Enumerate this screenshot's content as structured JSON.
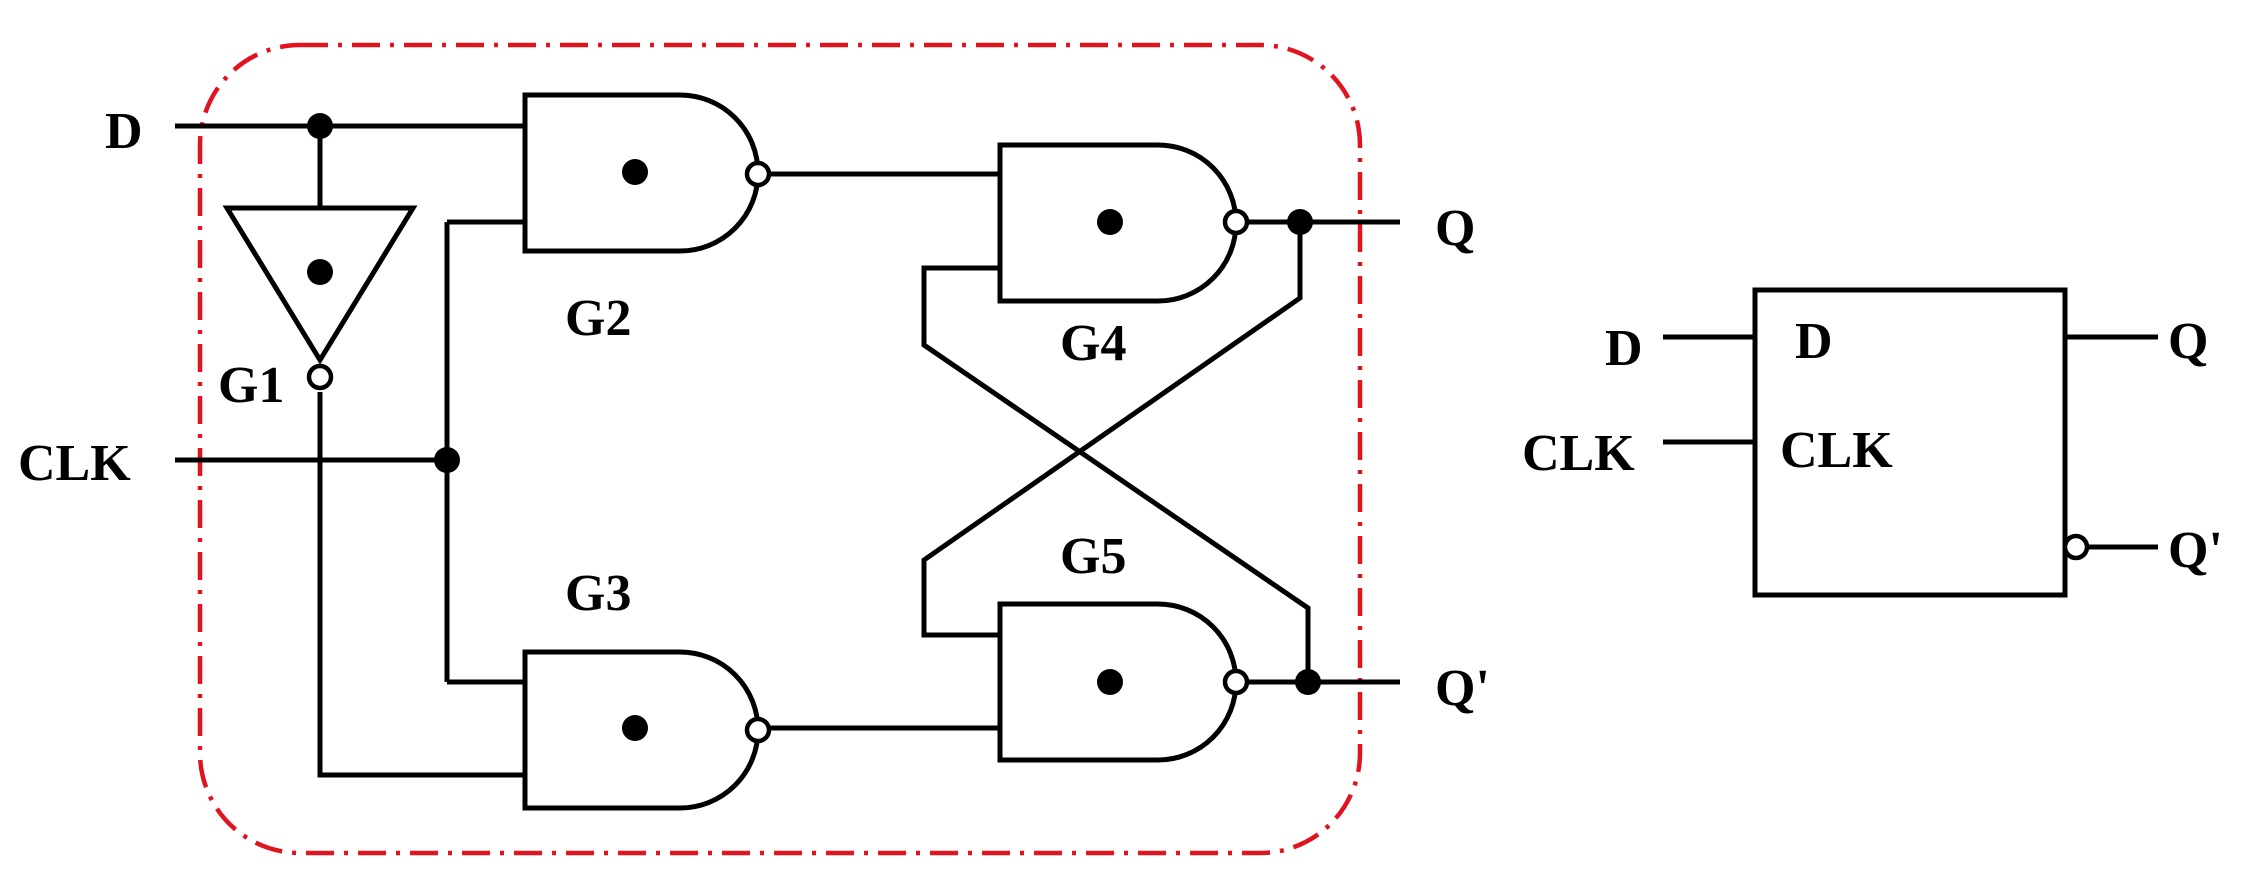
{
  "circuit": {
    "inputs": {
      "d": "D",
      "clk": "CLK"
    },
    "outputs": {
      "q": "Q",
      "q_bar": "Q'"
    },
    "gates": {
      "g1": "G1",
      "g2": "G2",
      "g3": "G3",
      "g4": "G4",
      "g5": "G5"
    },
    "boundary_color": "#e0141e"
  },
  "symbol": {
    "inputs": {
      "d": "D",
      "clk": "CLK"
    },
    "pins": {
      "d": "D",
      "clk": "CLK"
    },
    "outputs": {
      "q": "Q",
      "q_bar": "Q'"
    }
  }
}
